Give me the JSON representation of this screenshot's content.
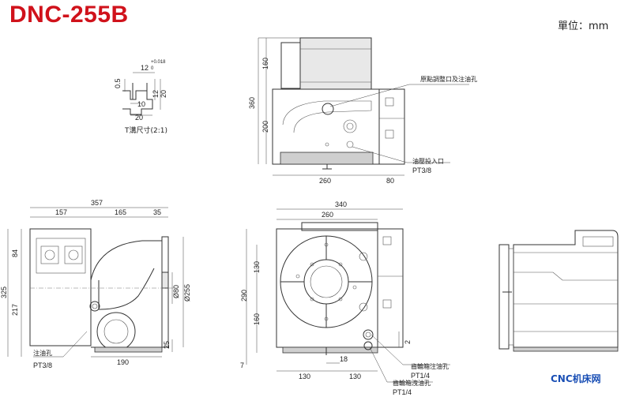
{
  "title": "DNC-255B",
  "unit_label": "單位：mm",
  "watermark": "CNC机床网",
  "t_slot": {
    "caption": "T溝尺寸(2:1)",
    "dims": {
      "top_width": "12",
      "tol_upper": "+0.018",
      "tol_lower": "0",
      "offset": "0.5",
      "depth_12": "12",
      "depth_20": "20",
      "neck": "10",
      "base": "20"
    }
  },
  "top_view": {
    "dims": {
      "h160": "160",
      "h360": "360",
      "h200": "200",
      "w260": "260",
      "w80": "80"
    },
    "callouts": {
      "origin": "原點調整口及注油孔",
      "oil_inlet": "油壓投入口",
      "oil_inlet_spec": "PT3/8"
    }
  },
  "side_view": {
    "dims": {
      "w357": "357",
      "w157": "157",
      "w165": "165",
      "w35": "35",
      "h84": "84",
      "h325": "325",
      "h217": "217",
      "d80": "Ø80",
      "d255": "Ø255",
      "h25": "25",
      "w190": "190"
    },
    "callouts": {
      "oil_fill": "注油孔",
      "oil_fill_spec": "PT3/8"
    }
  },
  "front_view": {
    "dims": {
      "w340": "340",
      "w260": "260",
      "h130": "130",
      "h290": "290",
      "h160": "160",
      "h7": "7",
      "w130a": "130",
      "w18": "18",
      "w130b": "130",
      "h2": "2"
    },
    "callouts": {
      "gear_fill": "齒輪箱注油孔",
      "gear_fill_spec": "PT1/4",
      "gear_drain": "齒輪箱洩油孔",
      "gear_drain_spec": "PT1/4"
    }
  }
}
